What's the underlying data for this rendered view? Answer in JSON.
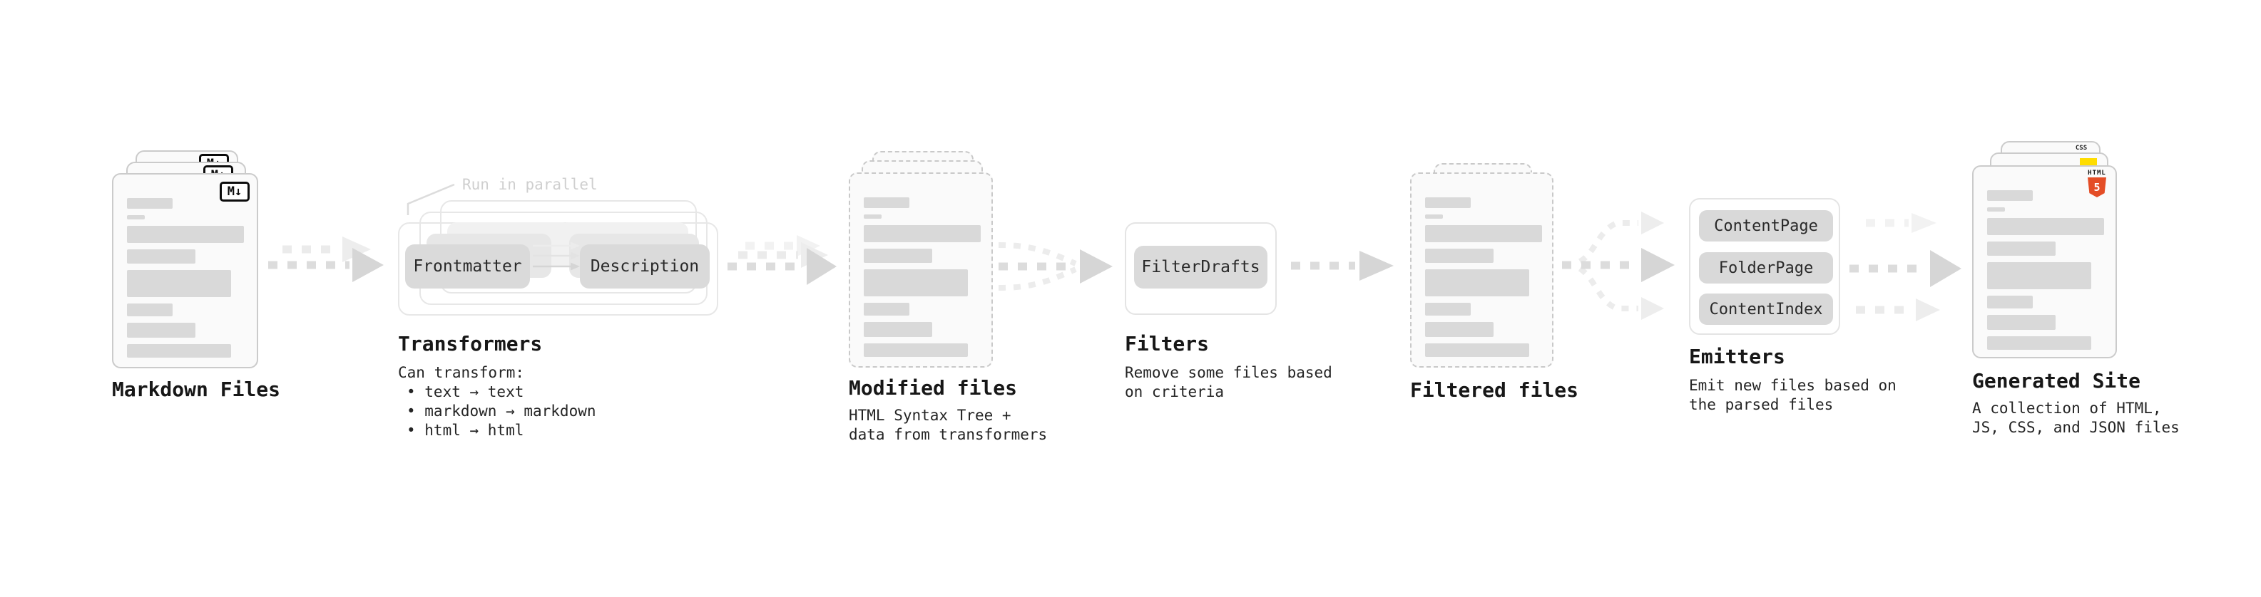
{
  "stages": {
    "markdown": {
      "title": "Markdown Files"
    },
    "transformers": {
      "note": "Run in parallel",
      "pill_left": "Frontmatter",
      "pill_right": "Description",
      "title": "Transformers",
      "desc_heading": "Can transform:",
      "bullets": [
        "• text → text",
        "• markdown → markdown",
        "• html → html"
      ]
    },
    "modified": {
      "title": "Modified files",
      "subtitle": "HTML Syntax Tree +\ndata from transformers"
    },
    "filters": {
      "pill": "FilterDrafts",
      "title": "Filters",
      "subtitle": "Remove some files based\non criteria"
    },
    "filtered": {
      "title": "Filtered files"
    },
    "emitters": {
      "pills": [
        "ContentPage",
        "FolderPage",
        "ContentIndex"
      ],
      "title": "Emitters",
      "subtitle": "Emit new files based on\nthe parsed files"
    },
    "generated": {
      "title": "Generated Site",
      "subtitle": "A collection of HTML,\nJS, CSS, and JSON files"
    }
  },
  "icons": {
    "markdown_badge": "M↓",
    "html5_label": "HTML",
    "html5_number": "5",
    "css_label": "CSS"
  },
  "colors": {
    "html5_orange": "#e44d26",
    "js_yellow": "#ffdd00",
    "css_blue": "#2862e9",
    "bar_gray": "#d9d9d9",
    "pill_gray": "#dadada"
  }
}
